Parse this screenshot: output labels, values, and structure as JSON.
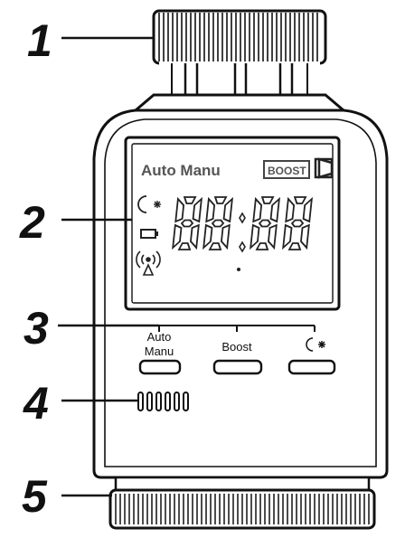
{
  "callouts": [
    "1",
    "2",
    "3",
    "4",
    "5"
  ],
  "display": {
    "mode_text": "Auto Manu",
    "boost_text": "BOOST",
    "digits": "88:88"
  },
  "buttons": {
    "auto_manu_line1": "Auto",
    "auto_manu_line2": "Manu",
    "boost": "Boost"
  },
  "icons": {
    "day_night": "moon-sun-icon",
    "battery": "battery-icon",
    "signal": "wireless-signal-icon",
    "window": "open-window-icon",
    "sun": "sun-icon"
  }
}
